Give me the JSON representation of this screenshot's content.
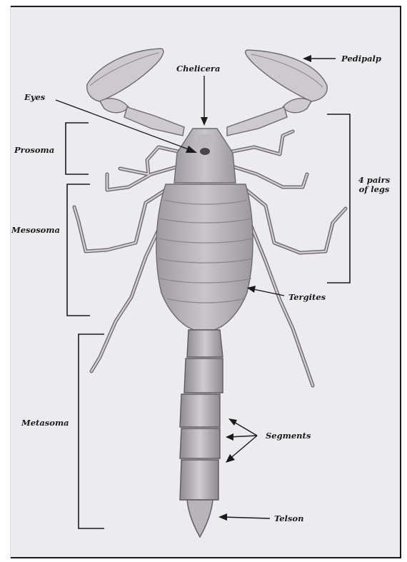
{
  "diagram": {
    "labels": {
      "chelicera": "Chelicera",
      "pedipalp": "Pedipalp",
      "eyes": "Eyes",
      "prosoma": "Prosoma",
      "mesosoma": "Mesosoma",
      "legs": "4 pairs of legs",
      "tergites": "Tergites",
      "metasoma": "Metasoma",
      "segments": "Segments",
      "telson": "Telson"
    },
    "colors": {
      "background": "#ecebef",
      "ink": "#1b1b1b",
      "body_shade": "#b7b3b8",
      "outline": "#6e6a70"
    }
  }
}
